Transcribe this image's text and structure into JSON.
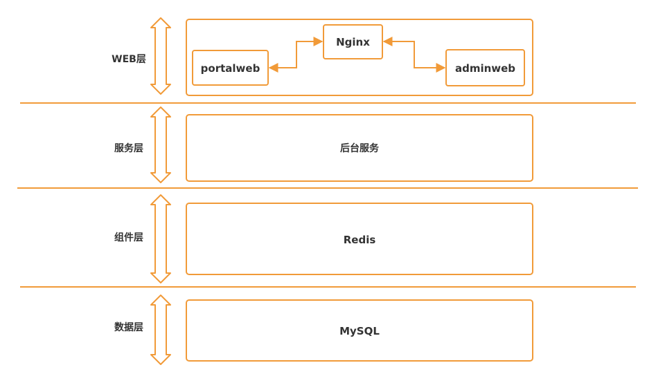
{
  "accent_color": "#F19A38",
  "text_color": "#333333",
  "layers": [
    {
      "label": "WEB层"
    },
    {
      "label": "服务层",
      "box_label": "后台服务"
    },
    {
      "label": "组件层",
      "box_label": "Redis"
    },
    {
      "label": "数据层",
      "box_label": "MySQL"
    }
  ],
  "web": {
    "nginx": "Nginx",
    "portalweb": "portalweb",
    "adminweb": "adminweb"
  }
}
